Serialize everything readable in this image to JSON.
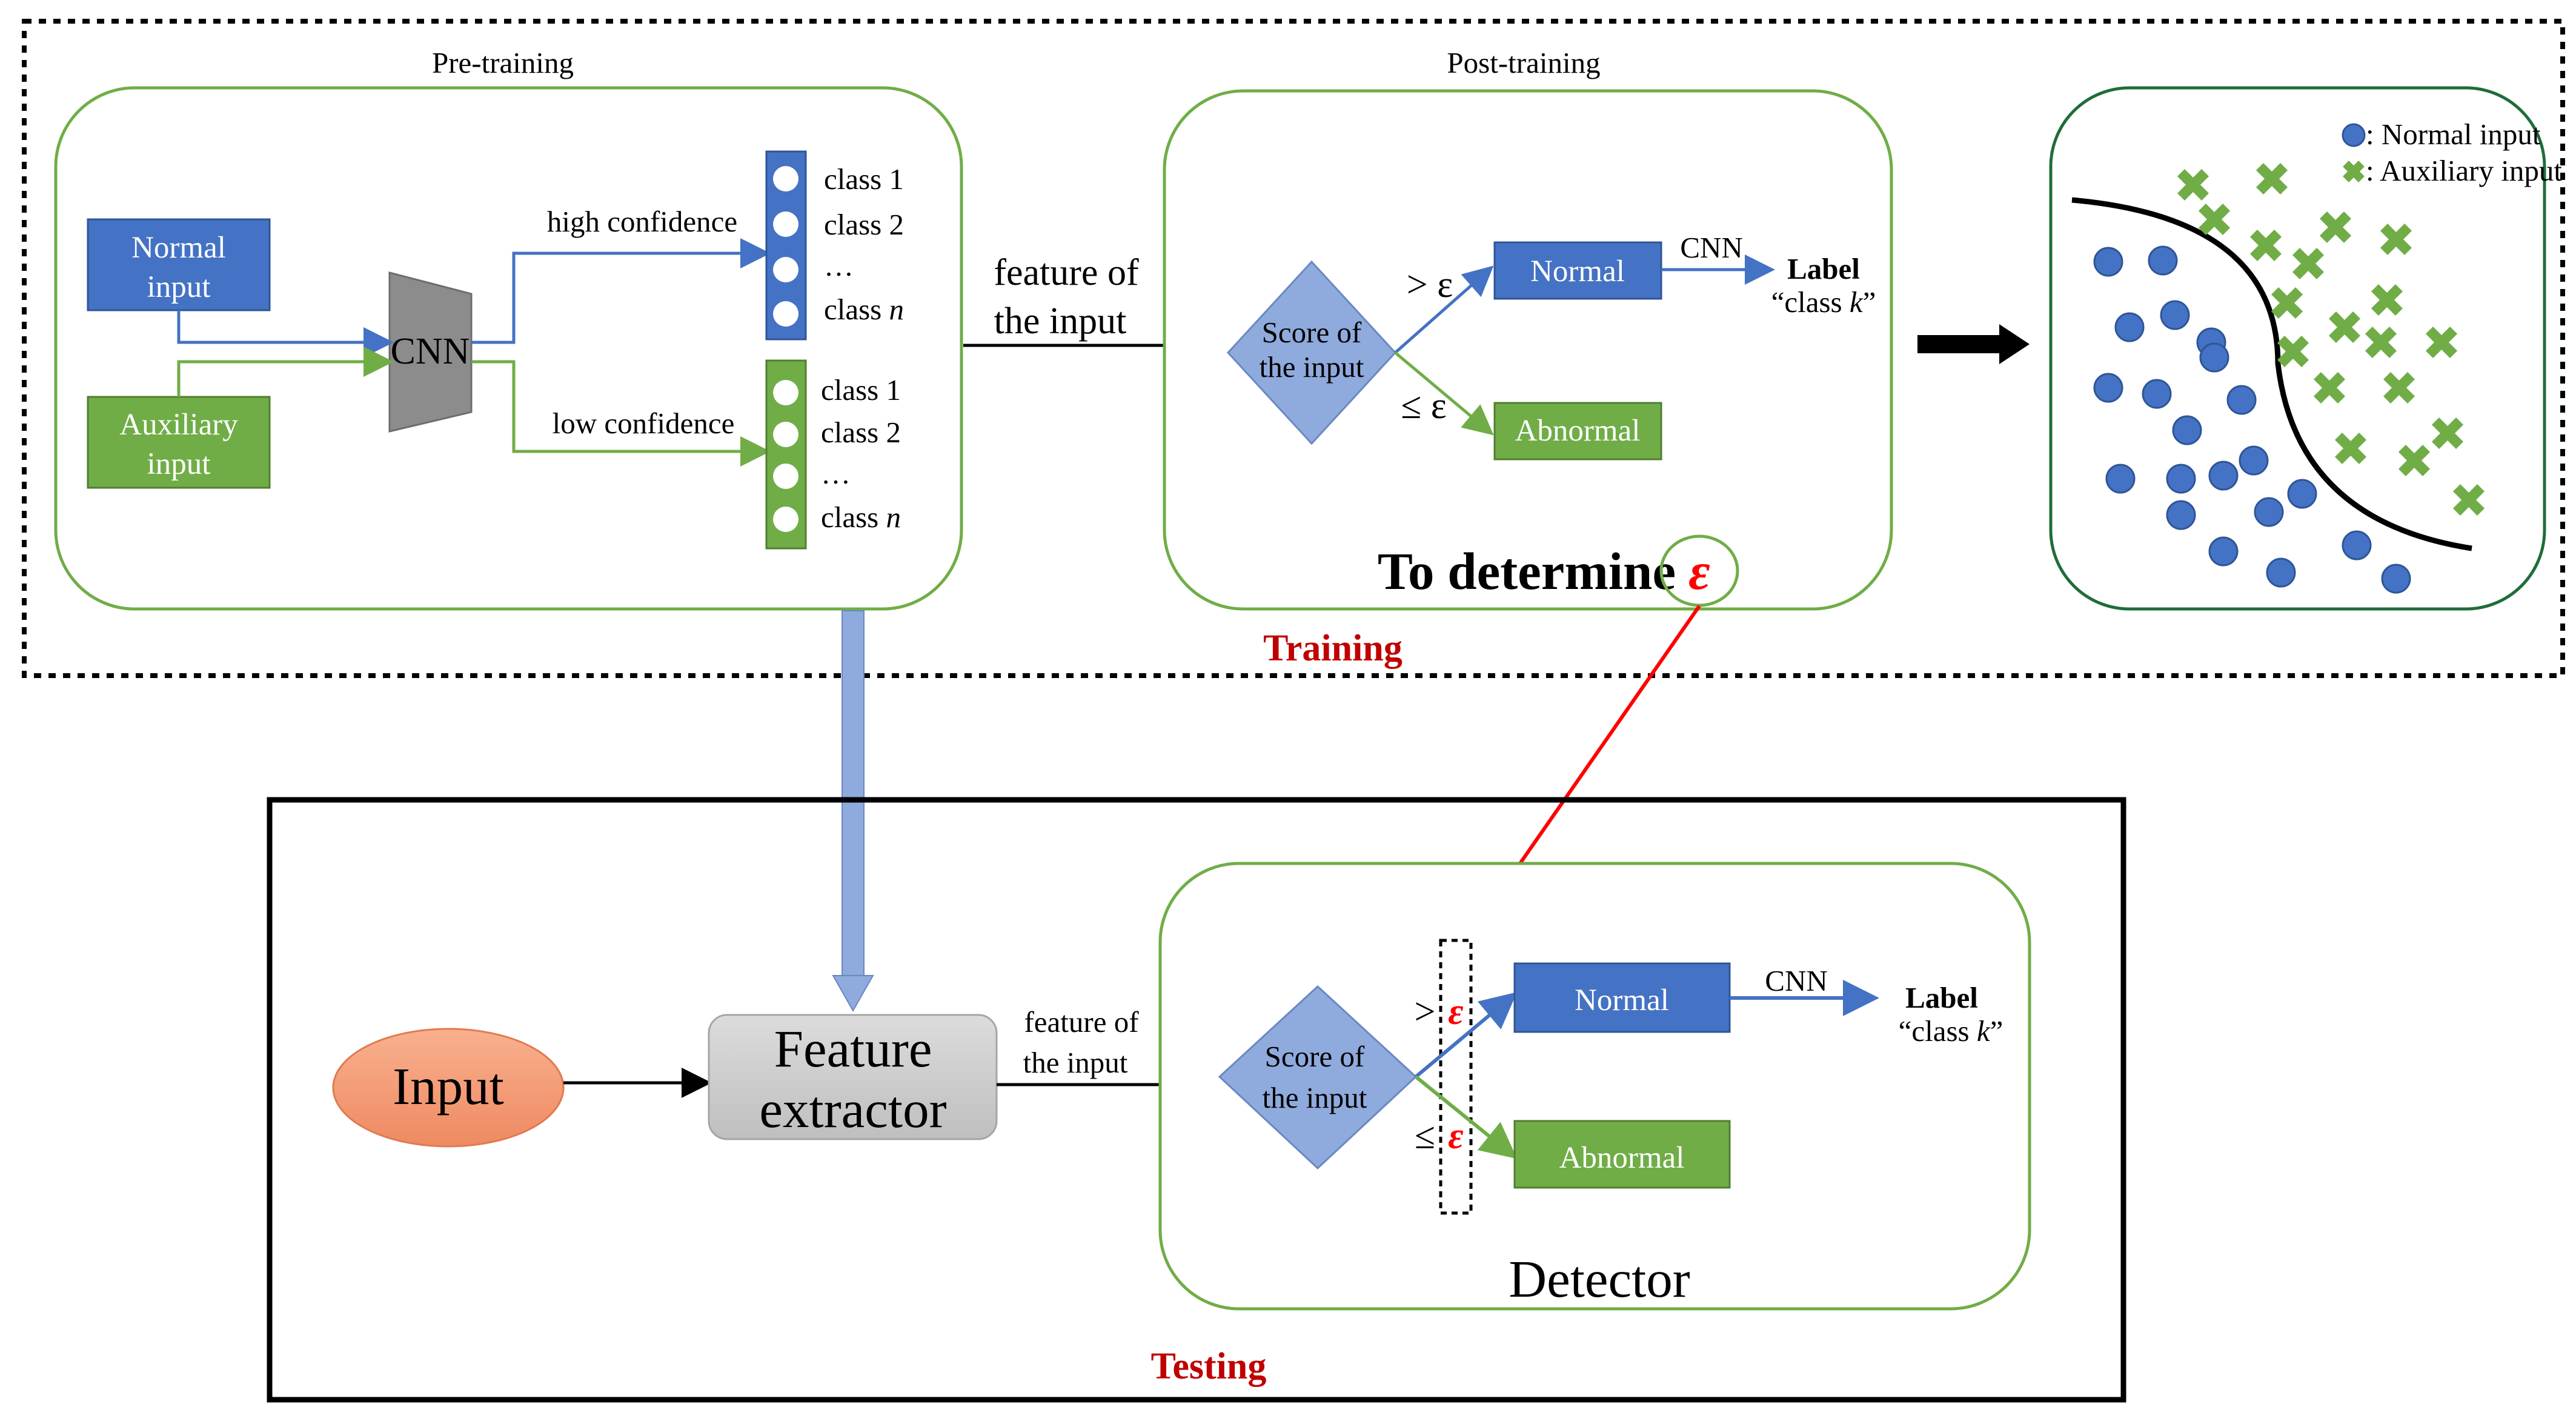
{
  "training": {
    "section_label": "Training",
    "pretraining": {
      "title": "Pre-training",
      "normal_input": [
        "Normal",
        "input"
      ],
      "auxiliary_input": [
        "Auxiliary",
        "input"
      ],
      "cnn": "CNN",
      "high_confidence": "high confidence",
      "low_confidence": "low confidence",
      "classes": [
        "class 1",
        "class 2",
        "…",
        "class n"
      ]
    },
    "feature_label": [
      "feature of",
      "the input"
    ],
    "posttraining": {
      "title": "Post-training",
      "score": [
        "Score of",
        "the input"
      ],
      "gt": "> ε",
      "le": "≤ ε",
      "normal": "Normal",
      "abnormal": "Abnormal",
      "cnn": "CNN",
      "label": "Label",
      "label_value": "“class k”",
      "determine": "To determine",
      "epsilon": "ε"
    },
    "scatter": {
      "legend_normal": ": Normal input",
      "legend_aux": ": Auxiliary input",
      "colors": {
        "normal": "#4472c4",
        "aux": "#70ad47"
      }
    }
  },
  "testing": {
    "section_label": "Testing",
    "input": "Input",
    "feature_extractor": [
      "Feature",
      "extractor"
    ],
    "feature_label": [
      "feature of",
      "the input"
    ],
    "detector": {
      "title": "Detector",
      "score": [
        "Score of",
        "the input"
      ],
      "gt": ">",
      "le": "≤",
      "epsilon": "ε",
      "normal": "Normal",
      "abnormal": "Abnormal",
      "cnn": "CNN",
      "label": "Label",
      "label_value": "“class k”"
    }
  },
  "colors": {
    "blue": "#4472c4",
    "green": "#70ad47",
    "red_text": "#c00000",
    "panel_border": "#70ad47"
  }
}
